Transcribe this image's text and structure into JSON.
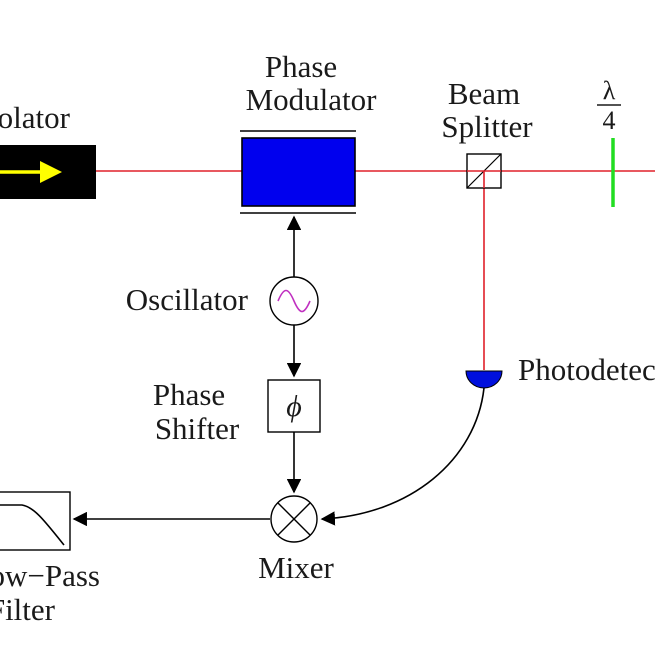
{
  "labels": {
    "isolator": "Isolator",
    "phase_modulator_line1": "Phase",
    "phase_modulator_line2": "Modulator",
    "beam_splitter_line1": "Beam",
    "beam_splitter_line2": "Splitter",
    "quarter_wave_num": "λ",
    "quarter_wave_den": "4",
    "oscillator": "Oscillator",
    "phase_shifter_line1": "Phase",
    "phase_shifter_line2": "Shifter",
    "phase_symbol": "ϕ",
    "photodetector": "Photodetector",
    "mixer": "Mixer",
    "low_pass_line1": "Low−Pass",
    "low_pass_line2": "Filter"
  },
  "colors": {
    "laser_beam": "#e0202a",
    "modulator_fill": "#0000ee",
    "isolator_arrow": "#ffff00",
    "waveplate": "#22dd22",
    "photodetector": "#0010dd",
    "oscillator_wave": "#c030c0",
    "wire": "#000000"
  }
}
